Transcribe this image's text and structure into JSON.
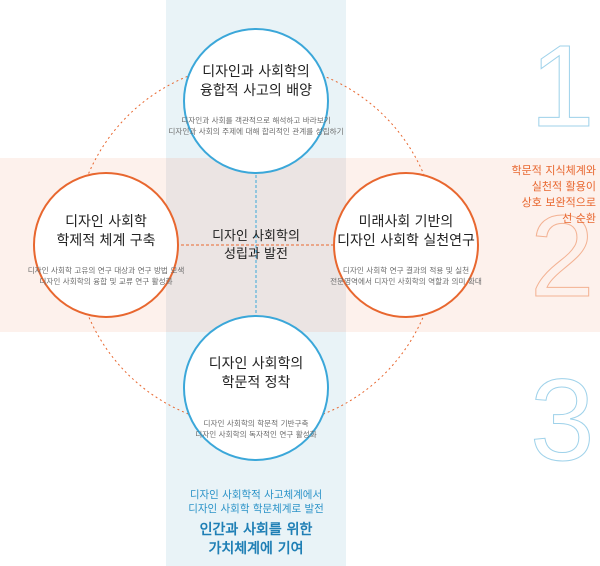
{
  "colors": {
    "blue": "#3ba7d9",
    "orange": "#e8672f",
    "blue_band": "#e9f3f7",
    "orange_band": "#fdf1ec"
  },
  "circles": {
    "top": {
      "title_1": "디자인과 사회학의",
      "title_2": "융합적 사고의 배양",
      "desc_1": "디자인과 사회를 객관적으로 해석하고 바라보기",
      "desc_2": "디자인과 사회의 주제에 대해 합리적인 관계를 성립하기"
    },
    "left": {
      "title_1": "디자인 사회학",
      "title_2": "학제적 체계 구축",
      "desc_1": "디자인 사회학 고유의 연구 대상과 연구 방법 모색",
      "desc_2": "디자인 사회학의 융합 및 교류 연구 활성화"
    },
    "right": {
      "title_1": "미래사회 기반의",
      "title_2": "디자인 사회학 실천연구",
      "desc_1": "디자인 사회학 연구 결과의 적용 및 실천",
      "desc_2": "전문영역에서 디자인 사회학의 역할과 의미 확대"
    },
    "bottom": {
      "title_1": "디자인 사회학의",
      "title_2": "학문적 정착",
      "desc_1": "디자인 사회학의 학문적 기반구축",
      "desc_2": "디자인 사회학의 독자적인 연구 활성화"
    }
  },
  "center": {
    "line_1": "디자인 사회학의",
    "line_2": "성립과 발전"
  },
  "side_note": {
    "line_1": "학문적 지식체계와",
    "line_2": "실천적 활용이",
    "line_3": "상호 보완적으로",
    "line_4": "선 순환"
  },
  "bottom": {
    "sub_1": "디자인 사회학적 사고체계에서",
    "sub_2": "디자인 사회학 학문체계로 발전",
    "main_1": "인간과 사회를 위한",
    "main_2": "가치체계에 기여"
  },
  "numbers": {
    "one": "1",
    "two": "2",
    "three": "3"
  }
}
